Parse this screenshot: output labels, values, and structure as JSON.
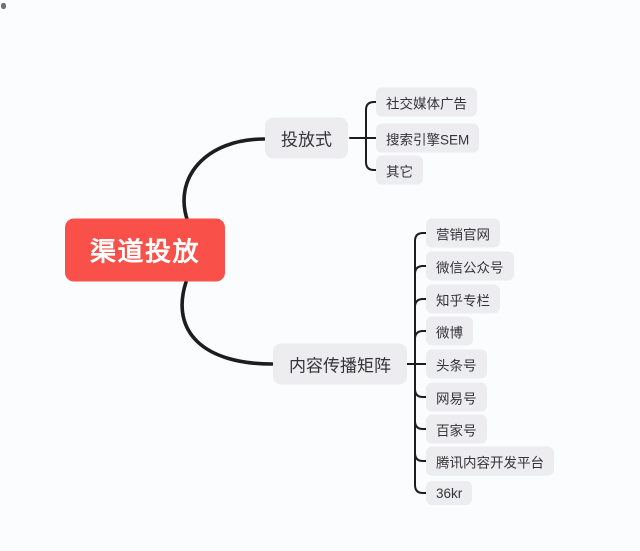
{
  "page": {
    "background": "#fbfcfe"
  },
  "mindmap": {
    "root": {
      "label": "渠道投放",
      "bg_color": "#f95149",
      "text_color": "#ffffff"
    },
    "node_bg_color": "#ededf0",
    "node_text_color": "#33333a",
    "line_color": "#1d1d1d",
    "branches": [
      {
        "label": "投放式",
        "children": [
          "社交媒体广告",
          "搜索引擎SEM",
          "其它"
        ]
      },
      {
        "label": "内容传播矩阵",
        "children": [
          "营销官网",
          "微信公众号",
          "知乎专栏",
          "微博",
          "头条号",
          "网易号",
          "百家号",
          "腾讯内容开发平台",
          "36kr"
        ]
      }
    ]
  }
}
